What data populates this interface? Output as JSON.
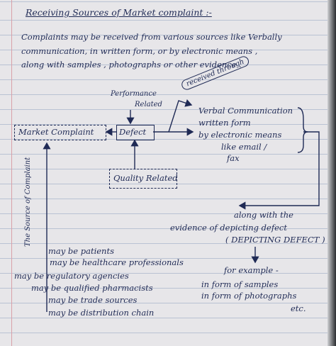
{
  "title": "Receiving Sources of Market complaint :-",
  "intro": [
    "Complaints may be received from various sources like Verbally",
    "communication, in written form, or by electronic means ,",
    "along with samples , photographs or other evidence ."
  ],
  "diagram": {
    "performance_label": "Performance",
    "related_label": "Related",
    "received_through": "received through",
    "market_complaint": "Market Complaint",
    "defect": "Defect",
    "quality_related": "Quality Related",
    "sources_label": "The Source of Complaint"
  },
  "channels": [
    "Verbal Communication",
    "written form",
    "by electronic means",
    "like email /",
    "fax"
  ],
  "evidence": {
    "line1": "along with the",
    "line2": "evidence of depicting defect",
    "line3": "( DEPICTING DEFECT )",
    "example": "for example -",
    "samples": "in form of samples",
    "photographs": "in form of photographs",
    "etc": "etc."
  },
  "sources": [
    "may be patients",
    "may be healthcare professionals",
    "may be regulatory agencies",
    "may be qualified pharmacists",
    "may be trade sources",
    "may be distribution chain"
  ]
}
